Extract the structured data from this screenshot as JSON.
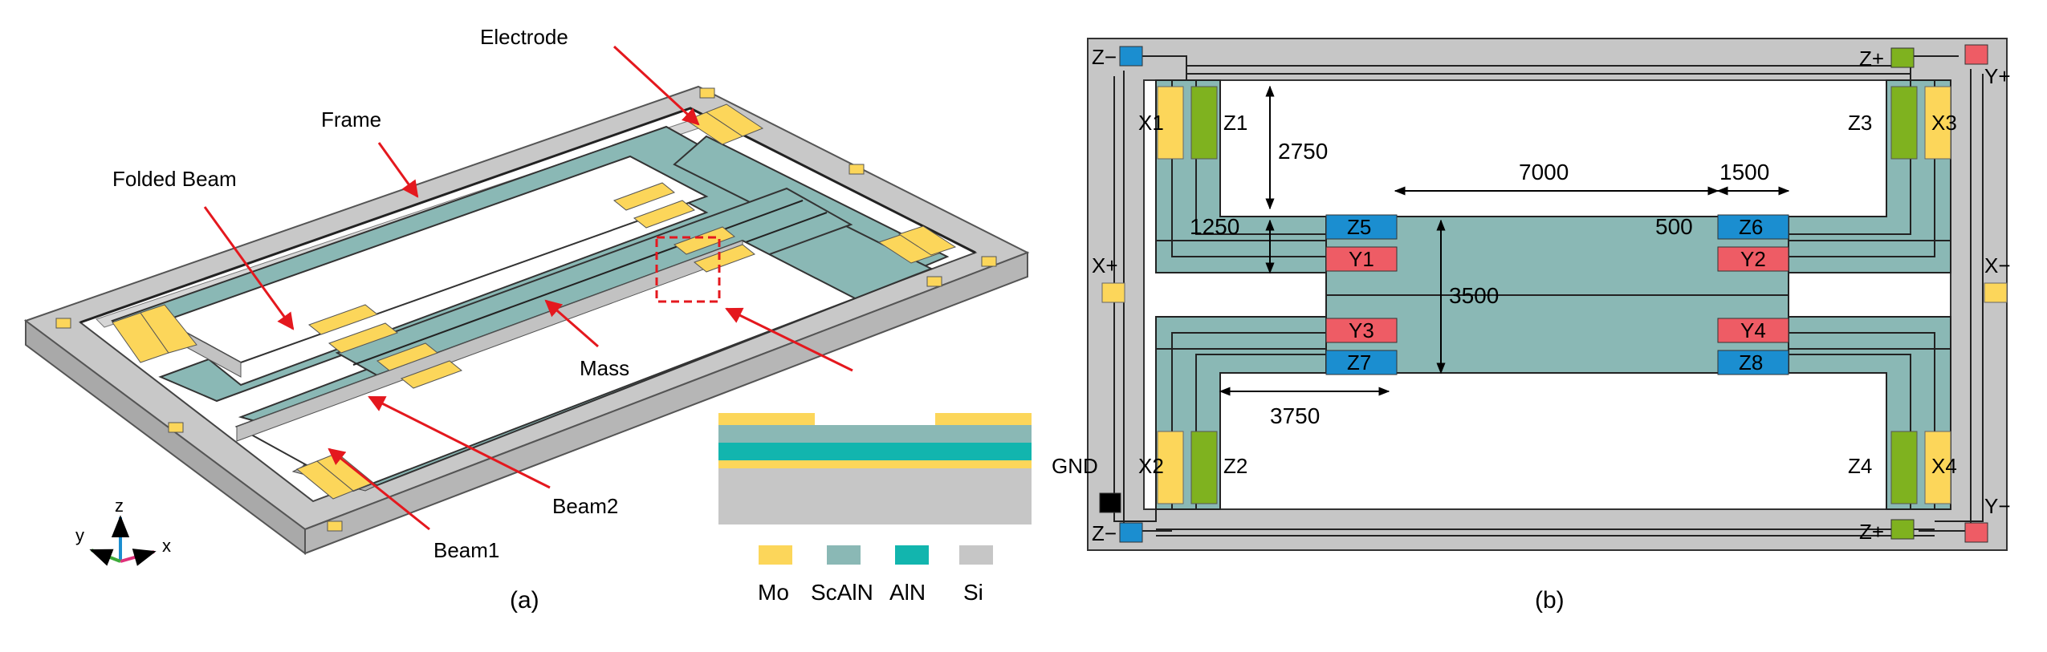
{
  "panel_a": {
    "caption": "(a)",
    "labels": {
      "electrode": "Electrode",
      "frame": "Frame",
      "folded_beam": "Folded Beam",
      "mass": "Mass",
      "beam1": "Beam1",
      "beam2": "Beam2"
    },
    "axes": {
      "z": "z",
      "y": "y",
      "x": "x"
    },
    "legend": [
      {
        "label": "Mo",
        "color": "#FCD65A"
      },
      {
        "label": "ScAlN",
        "color": "#8AB8B5"
      },
      {
        "label": "AlN",
        "color": "#12B5AE"
      },
      {
        "label": "Si",
        "color": "#C6C6C6"
      }
    ]
  },
  "panel_b": {
    "caption": "(b)",
    "dimensions": {
      "d2750": "2750",
      "d7000": "7000",
      "d1500": "1500",
      "d1250": "1250",
      "d500": "500",
      "d3500": "3500",
      "d3750": "3750"
    },
    "electrodes": {
      "x1": "X1",
      "x2": "X2",
      "x3": "X3",
      "x4": "X4",
      "z1": "Z1",
      "z2": "Z2",
      "z3": "Z3",
      "z4": "Z4",
      "z5": "Z5",
      "z6": "Z6",
      "z7": "Z7",
      "z8": "Z8",
      "y1": "Y1",
      "y2": "Y2",
      "y3": "Y3",
      "y4": "Y4"
    },
    "pads": {
      "z_minus_top": "Z−",
      "z_plus_top": "Z+",
      "y_plus": "Y+",
      "x_plus": "X+",
      "x_minus": "X−",
      "gnd": "GND",
      "z_minus_bottom": "Z−",
      "z_plus_bottom": "Z+",
      "y_minus": "Y−"
    }
  },
  "colors": {
    "mo": "#FCD65A",
    "scaln": "#8AB8B5",
    "aln": "#12B5AE",
    "si": "#C6C6C6",
    "z_electrode": "#7FB21F",
    "z_inner": "#1B8ED0",
    "y_inner": "#EE5C65",
    "arrow": "#E4181E"
  }
}
